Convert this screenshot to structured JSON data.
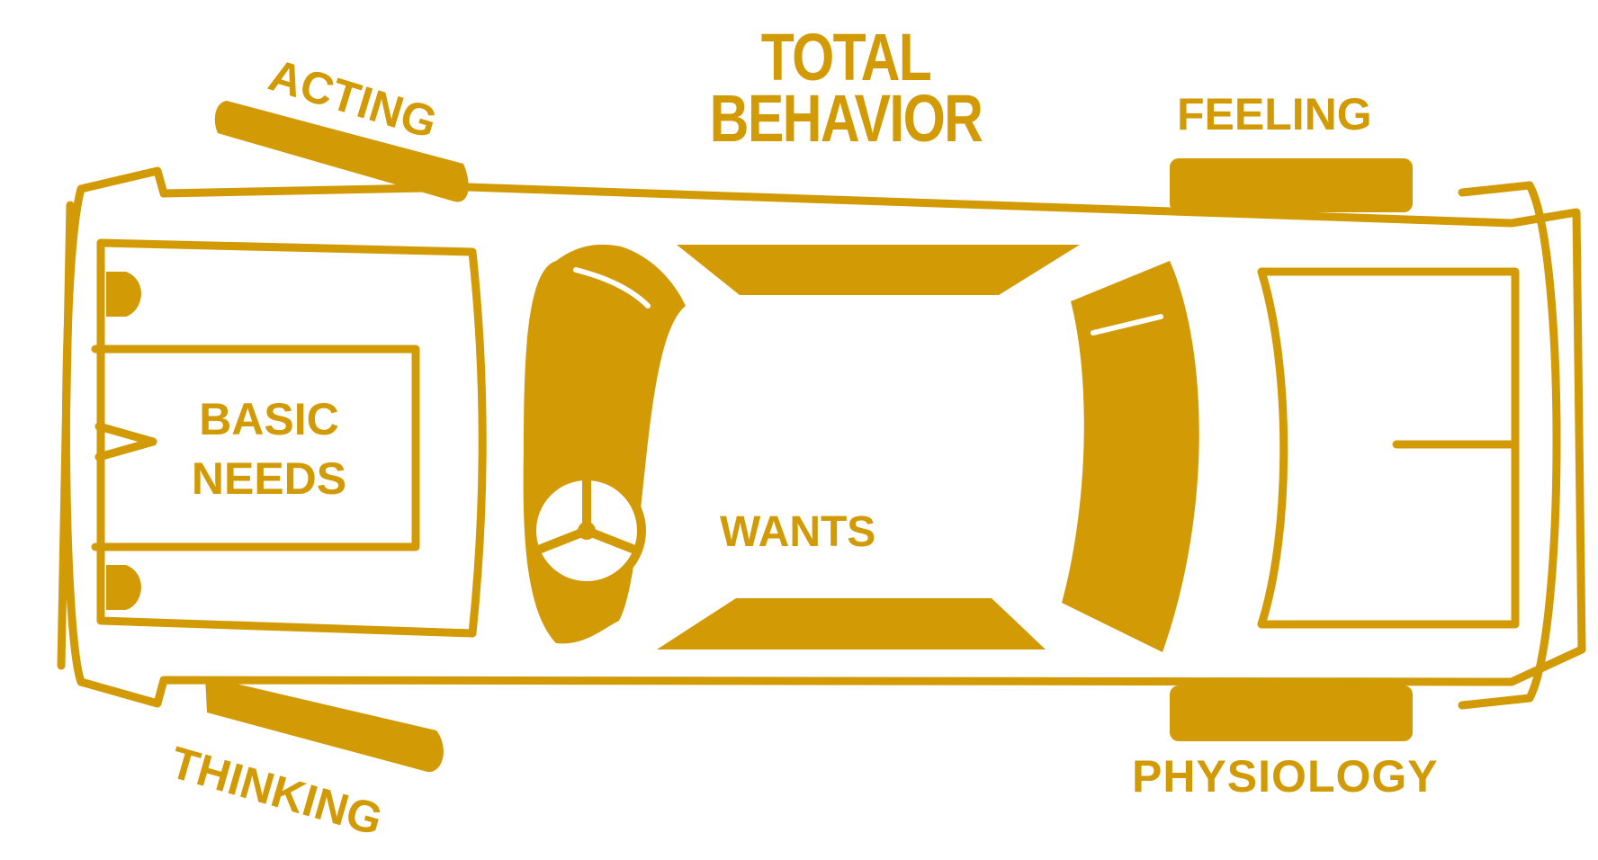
{
  "diagram": {
    "title_line1": "TOTAL",
    "title_line2": "BEHAVIOR",
    "wheels": {
      "front_left": "ACTING",
      "rear_left": "FEELING",
      "front_right": "THINKING",
      "rear_right": "PHYSIOLOGY"
    },
    "engine_label_line1": "BASIC",
    "engine_label_line2": "NEEDS",
    "steering_label": "WANTS",
    "colors": {
      "ink": "#d29a05",
      "background": "#ffffff"
    }
  }
}
